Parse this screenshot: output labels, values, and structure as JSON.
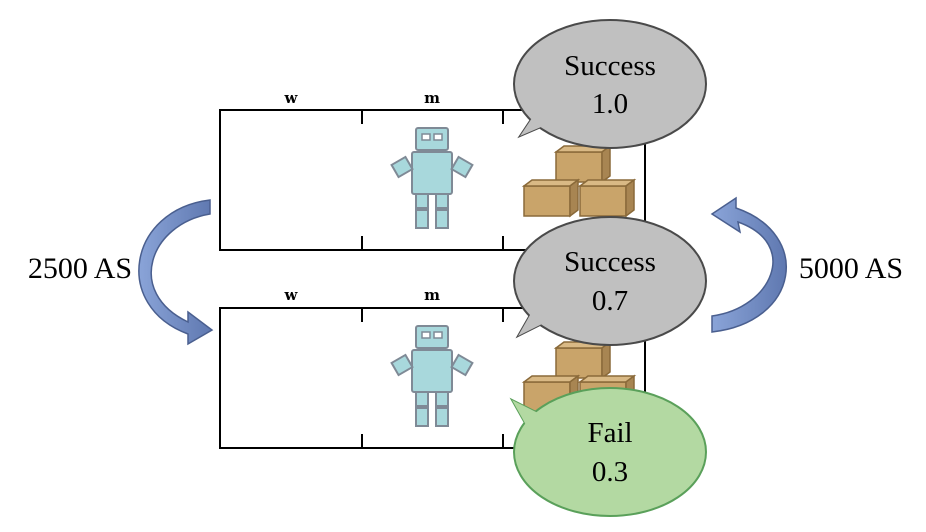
{
  "top_panel": {
    "segments": [
      "w",
      "m"
    ],
    "bubble": {
      "line1": "Success",
      "line2": "1.0",
      "fill": "#c0c0c0"
    }
  },
  "bottom_panel": {
    "segments": [
      "w",
      "m"
    ],
    "bubble_success": {
      "line1": "Success",
      "line2": "0.7",
      "fill": "#c0c0c0"
    },
    "bubble_fail": {
      "line1": "Fail",
      "line2": "0.3",
      "fill": "#b3d9a2"
    }
  },
  "left_transition": {
    "label": "2500 AS"
  },
  "right_transition": {
    "label": "5000 AS"
  },
  "colors": {
    "arrow": "#6f8bc5",
    "robot": "#a8d8dc",
    "robot_outline": "#7f8a96",
    "box": "#c9a46a",
    "box_outline": "#8a6a3a"
  },
  "icons": [
    "robot-icon",
    "box-stack-icon",
    "curved-arrow-icon"
  ]
}
